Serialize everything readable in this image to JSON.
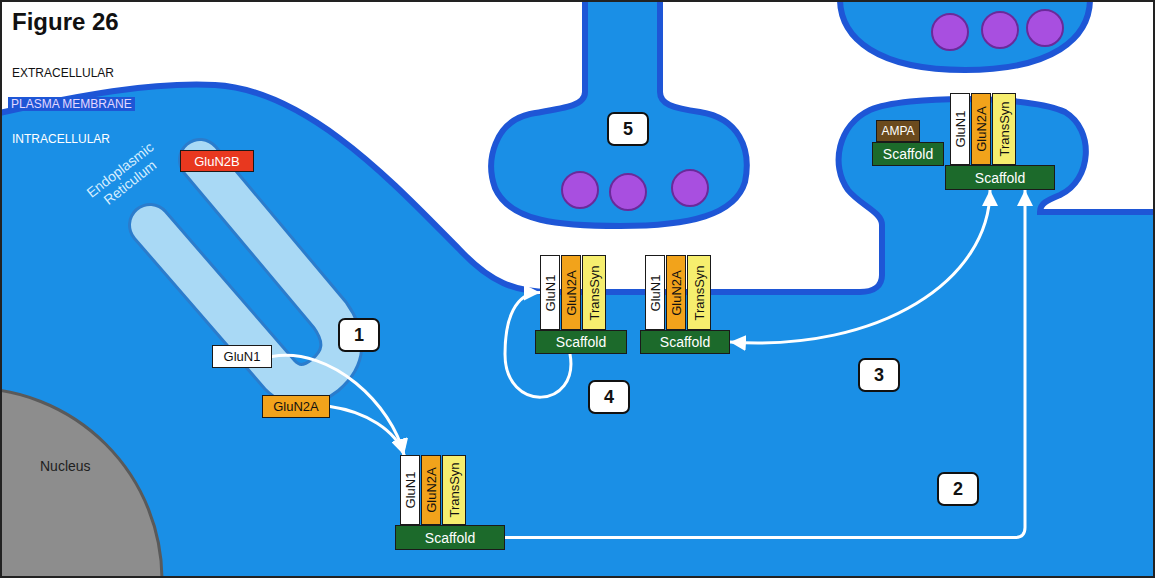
{
  "diagram": {
    "title": "Figure 26",
    "nodes": [
      {
        "text": [
          "GluN2B"
        ]
      },
      {
        "text": [
          "GluN1"
        ]
      },
      {
        "text": [
          "GluN2A"
        ]
      },
      {
        "text": [
          "GluN1"
        ]
      },
      {
        "text": [
          "GluN2A"
        ]
      },
      {
        "text": [
          "TransSyn"
        ]
      },
      {
        "text": [
          "Scaffold"
        ]
      },
      {
        "text": [
          "GluN1"
        ]
      },
      {
        "text": [
          "GluN2A"
        ]
      },
      {
        "text": [
          "TransSyn"
        ]
      },
      {
        "text": [
          "Scaffold"
        ]
      },
      {
        "text": [
          "GluN1"
        ]
      },
      {
        "text": [
          "GluN2A"
        ]
      },
      {
        "text": [
          "TransSyn"
        ]
      },
      {
        "text": [
          "Scaffold"
        ]
      },
      {
        "text": [
          "AMPA"
        ]
      },
      {
        "text": [
          "Scaffold"
        ]
      },
      {
        "text": [
          "GluN1"
        ]
      },
      {
        "text": [
          "GluN2A"
        ]
      },
      {
        "text": [
          "TransSyn"
        ]
      },
      {
        "text": [
          "Scaffold"
        ]
      }
    ],
    "edges": [
      {
        "from": 1,
        "to": 3,
        "arrow": "to"
      },
      {
        "from": 2,
        "to": 3,
        "arrow": "to"
      },
      {
        "from": 6,
        "to": 20,
        "arrow": "to"
      },
      {
        "from": 14,
        "to": 20,
        "arrow": "both"
      },
      {
        "from": 10,
        "to": 7,
        "arrow": "to"
      }
    ],
    "labels": [
      "EXTRACELLULAR",
      "PLASMA MEMBRANE",
      "INTRACELLULAR",
      "Endoplasmic Reticulum",
      "Nucleus",
      "1",
      "2",
      "3",
      "4",
      "5"
    ]
  }
}
